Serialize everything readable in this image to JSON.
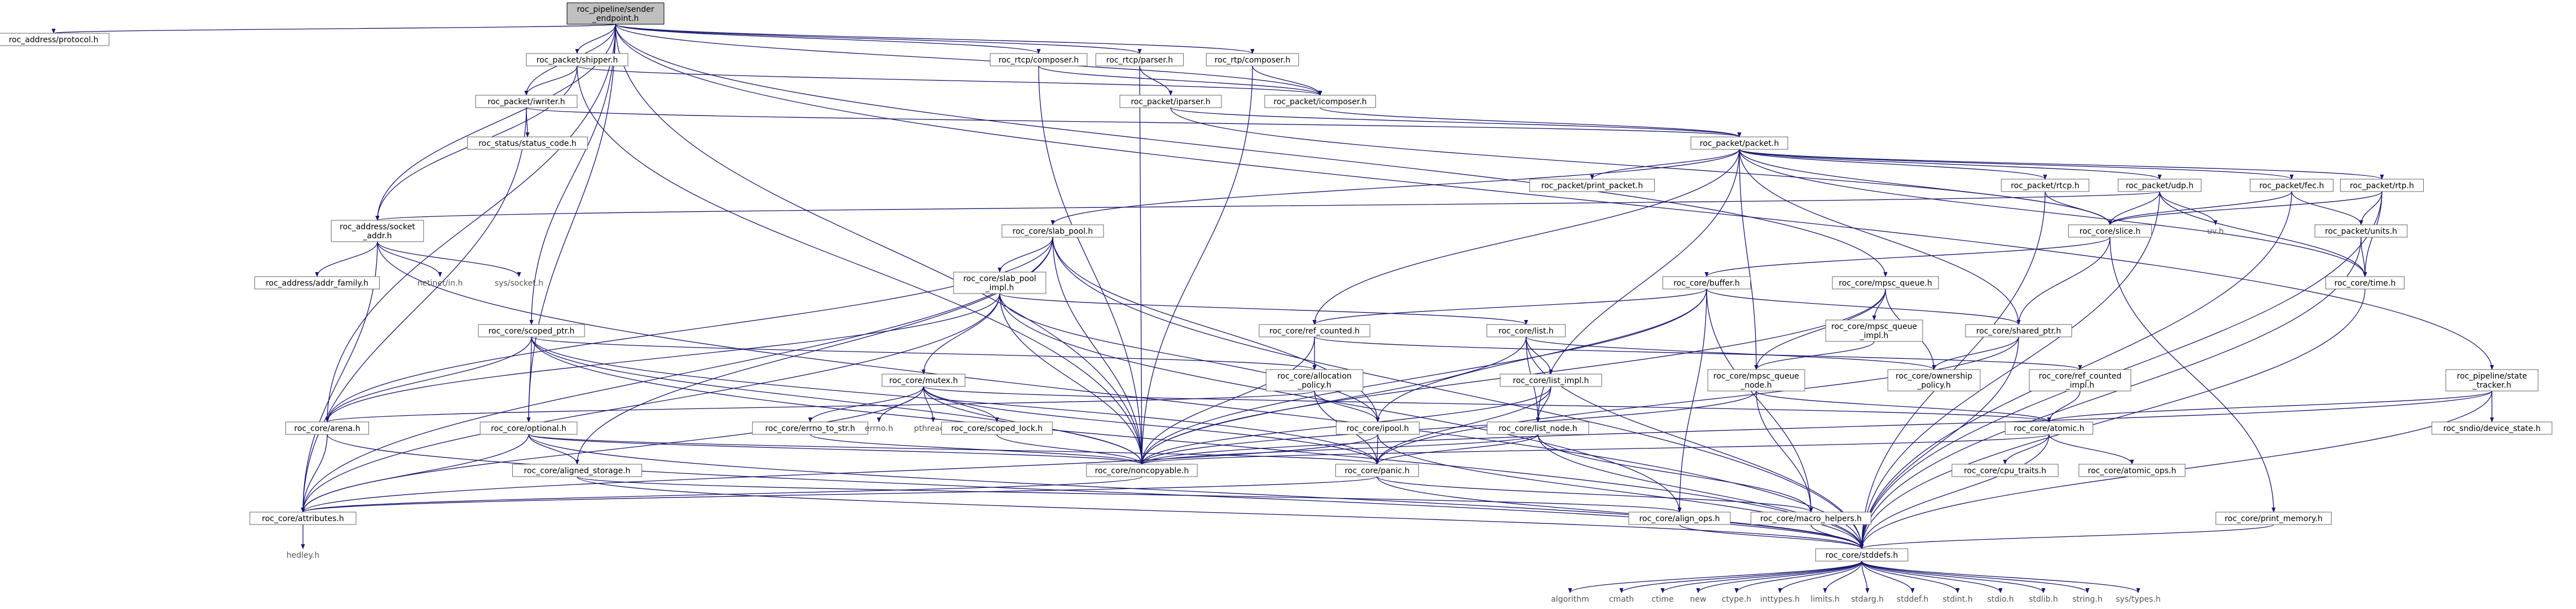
{
  "title": "roc_pipeline/sender_endpoint.h",
  "colors": {
    "node_border": "#666666",
    "root_fill": "#bfbfbf",
    "edge": "#191970",
    "edge_alt": "#63b8ff"
  },
  "nodes": [
    {
      "id": "root",
      "label": "roc_pipeline/sender\n_endpoint.h",
      "kind": "root"
    },
    {
      "id": "addr_proto",
      "label": "roc_address/protocol.h"
    },
    {
      "id": "shipper",
      "label": "roc_packet/shipper.h"
    },
    {
      "id": "rtcp_comp",
      "label": "roc_rtcp/composer.h"
    },
    {
      "id": "rtcp_parser",
      "label": "roc_rtcp/parser.h"
    },
    {
      "id": "rtp_comp",
      "label": "roc_rtp/composer.h"
    },
    {
      "id": "iwriter",
      "label": "roc_packet/iwriter.h"
    },
    {
      "id": "iparser",
      "label": "roc_packet/iparser.h"
    },
    {
      "id": "icomposer",
      "label": "roc_packet/icomposer.h"
    },
    {
      "id": "status",
      "label": "roc_status/status_code.h"
    },
    {
      "id": "packet",
      "label": "roc_packet/packet.h"
    },
    {
      "id": "print_packet",
      "label": "roc_packet/print_packet.h"
    },
    {
      "id": "rtcp_h",
      "label": "roc_packet/rtcp.h"
    },
    {
      "id": "udp_h",
      "label": "roc_packet/udp.h"
    },
    {
      "id": "fec_h",
      "label": "roc_packet/fec.h"
    },
    {
      "id": "rtp_h",
      "label": "roc_packet/rtp.h"
    },
    {
      "id": "sock_addr",
      "label": "roc_address/socket\n_addr.h"
    },
    {
      "id": "slab_pool",
      "label": "roc_core/slab_pool.h"
    },
    {
      "id": "slice",
      "label": "roc_core/slice.h"
    },
    {
      "id": "uv",
      "label": "uv.h",
      "kind": "ext"
    },
    {
      "id": "units",
      "label": "roc_packet/units.h"
    },
    {
      "id": "addr_family",
      "label": "roc_address/addr_family.h"
    },
    {
      "id": "netinet",
      "label": "netinet/in.h",
      "kind": "ext"
    },
    {
      "id": "syssocket",
      "label": "sys/socket.h",
      "kind": "ext"
    },
    {
      "id": "slab_pool_impl",
      "label": "roc_core/slab_pool\n_impl.h"
    },
    {
      "id": "buffer",
      "label": "roc_core/buffer.h"
    },
    {
      "id": "mpsc_queue",
      "label": "roc_core/mpsc_queue.h"
    },
    {
      "id": "time_h",
      "label": "roc_core/time.h"
    },
    {
      "id": "scoped_ptr",
      "label": "roc_core/scoped_ptr.h"
    },
    {
      "id": "ref_counted",
      "label": "roc_core/ref_counted.h"
    },
    {
      "id": "list_h",
      "label": "roc_core/list.h"
    },
    {
      "id": "mpsc_queue_impl",
      "label": "roc_core/mpsc_queue\n_impl.h"
    },
    {
      "id": "shared_ptr",
      "label": "roc_core/shared_ptr.h"
    },
    {
      "id": "mutex",
      "label": "roc_core/mutex.h"
    },
    {
      "id": "alloc_policy",
      "label": "roc_core/allocation\n_policy.h"
    },
    {
      "id": "list_impl",
      "label": "roc_core/list_impl.h"
    },
    {
      "id": "mpsc_queue_node",
      "label": "roc_core/mpsc_queue\n_node.h"
    },
    {
      "id": "ownership",
      "label": "roc_core/ownership\n_policy.h"
    },
    {
      "id": "ref_counted_impl",
      "label": "roc_core/ref_counted\n_impl.h"
    },
    {
      "id": "state_tracker",
      "label": "roc_pipeline/state\n_tracker.h"
    },
    {
      "id": "arena",
      "label": "roc_core/arena.h"
    },
    {
      "id": "optional",
      "label": "roc_core/optional.h"
    },
    {
      "id": "errno_to_str",
      "label": "roc_core/errno_to_str.h"
    },
    {
      "id": "errno_h",
      "label": "errno.h",
      "kind": "ext"
    },
    {
      "id": "pthread",
      "label": "pthread.h",
      "kind": "ext"
    },
    {
      "id": "scoped_lock",
      "label": "roc_core/scoped_lock.h"
    },
    {
      "id": "ipool",
      "label": "roc_core/ipool.h"
    },
    {
      "id": "list_node",
      "label": "roc_core/list_node.h"
    },
    {
      "id": "atomic",
      "label": "roc_core/atomic.h"
    },
    {
      "id": "sndio_state",
      "label": "roc_sndio/device_state.h"
    },
    {
      "id": "noncopyable",
      "label": "roc_core/noncopyable.h"
    },
    {
      "id": "panic",
      "label": "roc_core/panic.h"
    },
    {
      "id": "cpu_traits",
      "label": "roc_core/cpu_traits.h"
    },
    {
      "id": "atomic_ops",
      "label": "roc_core/atomic_ops.h"
    },
    {
      "id": "aligned_storage",
      "label": "roc_core/aligned_storage.h"
    },
    {
      "id": "print_memory",
      "label": "roc_core/print_memory.h"
    },
    {
      "id": "attributes",
      "label": "roc_core/attributes.h"
    },
    {
      "id": "align_ops",
      "label": "roc_core/align_ops.h"
    },
    {
      "id": "macro_helpers",
      "label": "roc_core/macro_helpers.h"
    },
    {
      "id": "hedley",
      "label": "hedley.h",
      "kind": "ext"
    },
    {
      "id": "stddefs",
      "label": "roc_core/stddefs.h"
    },
    {
      "id": "algorithm",
      "label": "algorithm",
      "kind": "ext"
    },
    {
      "id": "cmath",
      "label": "cmath",
      "kind": "ext"
    },
    {
      "id": "ctime",
      "label": "ctime",
      "kind": "ext"
    },
    {
      "id": "new_h",
      "label": "new",
      "kind": "ext"
    },
    {
      "id": "ctype",
      "label": "ctype.h",
      "kind": "ext"
    },
    {
      "id": "inttypes",
      "label": "inttypes.h",
      "kind": "ext"
    },
    {
      "id": "limits",
      "label": "limits.h",
      "kind": "ext"
    },
    {
      "id": "stdarg",
      "label": "stdarg.h",
      "kind": "ext"
    },
    {
      "id": "stddef",
      "label": "stddef.h",
      "kind": "ext"
    },
    {
      "id": "stdint",
      "label": "stdint.h",
      "kind": "ext"
    },
    {
      "id": "stdio",
      "label": "stdio.h",
      "kind": "ext"
    },
    {
      "id": "stdlib",
      "label": "stdlib.h",
      "kind": "ext"
    },
    {
      "id": "string_h",
      "label": "string.h",
      "kind": "ext"
    },
    {
      "id": "systypes",
      "label": "sys/types.h",
      "kind": "ext"
    }
  ],
  "edges": [
    [
      "root",
      "addr_proto"
    ],
    [
      "root",
      "shipper"
    ],
    [
      "root",
      "rtcp_comp"
    ],
    [
      "root",
      "rtcp_parser"
    ],
    [
      "root",
      "rtp_comp"
    ],
    [
      "root",
      "iwriter"
    ],
    [
      "root",
      "icomposer"
    ],
    [
      "root",
      "sock_addr"
    ],
    [
      "root",
      "scoped_ptr"
    ],
    [
      "root",
      "arena"
    ],
    [
      "root",
      "optional"
    ],
    [
      "root",
      "noncopyable"
    ],
    [
      "root",
      "mpsc_queue"
    ],
    [
      "root",
      "state_tracker"
    ],
    [
      "shipper",
      "iwriter"
    ],
    [
      "shipper",
      "icomposer"
    ],
    [
      "shipper",
      "sock_addr"
    ],
    [
      "shipper",
      "noncopyable"
    ],
    [
      "rtcp_comp",
      "icomposer"
    ],
    [
      "rtcp_comp",
      "noncopyable"
    ],
    [
      "rtcp_parser",
      "iparser"
    ],
    [
      "rtcp_parser",
      "noncopyable"
    ],
    [
      "rtp_comp",
      "icomposer"
    ],
    [
      "rtp_comp",
      "noncopyable"
    ],
    [
      "iwriter",
      "status"
    ],
    [
      "iwriter",
      "packet"
    ],
    [
      "iwriter",
      "attributes"
    ],
    [
      "iparser",
      "packet"
    ],
    [
      "iparser",
      "slice"
    ],
    [
      "icomposer",
      "packet"
    ],
    [
      "packet",
      "print_packet"
    ],
    [
      "packet",
      "rtcp_h"
    ],
    [
      "packet",
      "udp_h"
    ],
    [
      "packet",
      "fec_h"
    ],
    [
      "packet",
      "rtp_h"
    ],
    [
      "packet",
      "slab_pool"
    ],
    [
      "packet",
      "ref_counted"
    ],
    [
      "packet",
      "mpsc_queue_node"
    ],
    [
      "packet",
      "shared_ptr"
    ],
    [
      "packet",
      "list_node"
    ],
    [
      "packet",
      "slice"
    ],
    [
      "packet",
      "time_h"
    ],
    [
      "rtcp_h",
      "slice"
    ],
    [
      "rtcp_h",
      "stddefs"
    ],
    [
      "udp_h",
      "sock_addr"
    ],
    [
      "udp_h",
      "slice"
    ],
    [
      "udp_h",
      "uv"
    ],
    [
      "udp_h",
      "time_h"
    ],
    [
      "udp_h",
      "stddefs"
    ],
    [
      "fec_h",
      "units"
    ],
    [
      "fec_h",
      "slice"
    ],
    [
      "fec_h",
      "stddefs"
    ],
    [
      "rtp_h",
      "units"
    ],
    [
      "rtp_h",
      "slice"
    ],
    [
      "rtp_h",
      "time_h"
    ],
    [
      "rtp_h",
      "stddefs"
    ],
    [
      "sock_addr",
      "addr_family"
    ],
    [
      "sock_addr",
      "netinet"
    ],
    [
      "sock_addr",
      "syssocket"
    ],
    [
      "sock_addr",
      "attributes"
    ],
    [
      "sock_addr",
      "stddefs"
    ],
    [
      "units",
      "time_h"
    ],
    [
      "units",
      "stddefs"
    ],
    [
      "time_h",
      "stddefs"
    ],
    [
      "slab_pool",
      "slab_pool_impl"
    ],
    [
      "slab_pool",
      "aligned_storage"
    ],
    [
      "slab_pool",
      "ipool"
    ],
    [
      "slab_pool",
      "noncopyable"
    ],
    [
      "slab_pool",
      "attributes"
    ],
    [
      "slab_pool",
      "stddefs"
    ],
    [
      "slab_pool",
      "arena"
    ],
    [
      "slab_pool_impl",
      "mutex"
    ],
    [
      "slab_pool_impl",
      "list_h"
    ],
    [
      "slab_pool_impl",
      "ipool"
    ],
    [
      "slab_pool_impl",
      "noncopyable"
    ],
    [
      "slab_pool_impl",
      "arena"
    ],
    [
      "slab_pool_impl",
      "align_ops"
    ],
    [
      "slab_pool_impl",
      "attributes"
    ],
    [
      "slice",
      "buffer"
    ],
    [
      "slice",
      "shared_ptr"
    ],
    [
      "slice",
      "print_memory"
    ],
    [
      "buffer",
      "ref_counted"
    ],
    [
      "buffer",
      "ipool"
    ],
    [
      "buffer",
      "align_ops"
    ],
    [
      "buffer",
      "macro_helpers"
    ],
    [
      "buffer",
      "noncopyable"
    ],
    [
      "buffer",
      "shared_ptr"
    ],
    [
      "mpsc_queue",
      "mpsc_queue_impl"
    ],
    [
      "mpsc_queue",
      "mpsc_queue_node"
    ],
    [
      "mpsc_queue",
      "ownership"
    ],
    [
      "mpsc_queue",
      "noncopyable"
    ],
    [
      "mpsc_queue_impl",
      "mpsc_queue_node"
    ],
    [
      "mpsc_queue_node",
      "atomic"
    ],
    [
      "mpsc_queue_node",
      "macro_helpers"
    ],
    [
      "mpsc_queue_node",
      "noncopyable"
    ],
    [
      "ref_counted",
      "alloc_policy"
    ],
    [
      "ref_counted",
      "ref_counted_impl"
    ],
    [
      "ref_counted",
      "noncopyable"
    ],
    [
      "ref_counted_impl",
      "atomic"
    ],
    [
      "list_h",
      "list_impl"
    ],
    [
      "list_h",
      "list_node"
    ],
    [
      "list_h",
      "ownership"
    ],
    [
      "list_h",
      "noncopyable"
    ],
    [
      "list_h",
      "stddefs"
    ],
    [
      "list_impl",
      "list_node"
    ],
    [
      "list_impl",
      "panic"
    ],
    [
      "list_impl",
      "noncopyable"
    ],
    [
      "list_node",
      "macro_helpers"
    ],
    [
      "list_node",
      "panic"
    ],
    [
      "list_node",
      "noncopyable"
    ],
    [
      "list_node",
      "stddefs"
    ],
    [
      "shared_ptr",
      "ownership"
    ],
    [
      "shared_ptr",
      "panic"
    ],
    [
      "shared_ptr",
      "stddefs"
    ],
    [
      "scoped_ptr",
      "alloc_policy"
    ],
    [
      "scoped_ptr",
      "arena"
    ],
    [
      "scoped_ptr",
      "optional"
    ],
    [
      "scoped_ptr",
      "noncopyable"
    ],
    [
      "scoped_ptr",
      "panic"
    ],
    [
      "scoped_ptr",
      "stddefs"
    ],
    [
      "mutex",
      "errno_to_str"
    ],
    [
      "mutex",
      "errno_h"
    ],
    [
      "mutex",
      "pthread"
    ],
    [
      "mutex",
      "scoped_lock"
    ],
    [
      "mutex",
      "atomic"
    ],
    [
      "mutex",
      "noncopyable"
    ],
    [
      "mutex",
      "attributes"
    ],
    [
      "mutex",
      "panic"
    ],
    [
      "alloc_policy",
      "arena"
    ],
    [
      "alloc_policy",
      "ipool"
    ],
    [
      "alloc_policy",
      "panic"
    ],
    [
      "scoped_lock",
      "noncopyable"
    ],
    [
      "errno_to_str",
      "noncopyable"
    ],
    [
      "ipool",
      "panic"
    ],
    [
      "ipool",
      "attributes"
    ],
    [
      "ipool",
      "stddefs"
    ],
    [
      "arena",
      "attributes"
    ],
    [
      "arena",
      "stddefs"
    ],
    [
      "optional",
      "aligned_storage"
    ],
    [
      "optional",
      "noncopyable"
    ],
    [
      "optional",
      "panic"
    ],
    [
      "optional",
      "attributes"
    ],
    [
      "optional",
      "stddefs"
    ],
    [
      "atomic",
      "atomic_ops"
    ],
    [
      "atomic",
      "cpu_traits"
    ],
    [
      "atomic",
      "noncopyable"
    ],
    [
      "atomic",
      "stddefs"
    ],
    [
      "state_tracker",
      "atomic"
    ],
    [
      "state_tracker",
      "sndio_state"
    ],
    [
      "state_tracker",
      "noncopyable"
    ],
    [
      "state_tracker",
      "stddefs"
    ],
    [
      "noncopyable",
      "attributes"
    ],
    [
      "panic",
      "attributes"
    ],
    [
      "panic",
      "macro_helpers"
    ],
    [
      "panic",
      "stddefs"
    ],
    [
      "aligned_storage",
      "align_ops"
    ],
    [
      "aligned_storage",
      "stddefs"
    ],
    [
      "align_ops",
      "stddefs"
    ],
    [
      "macro_helpers",
      "stddefs"
    ],
    [
      "print_memory",
      "stddefs"
    ],
    [
      "attributes",
      "hedley"
    ],
    [
      "stddefs",
      "algorithm"
    ],
    [
      "stddefs",
      "cmath"
    ],
    [
      "stddefs",
      "ctime"
    ],
    [
      "stddefs",
      "new_h"
    ],
    [
      "stddefs",
      "ctype"
    ],
    [
      "stddefs",
      "inttypes"
    ],
    [
      "stddefs",
      "limits"
    ],
    [
      "stddefs",
      "stdarg"
    ],
    [
      "stddefs",
      "stddef"
    ],
    [
      "stddefs",
      "stdint"
    ],
    [
      "stddefs",
      "stdio"
    ],
    [
      "stddefs",
      "stdlib"
    ],
    [
      "stddefs",
      "string_h"
    ],
    [
      "stddefs",
      "systypes"
    ]
  ]
}
